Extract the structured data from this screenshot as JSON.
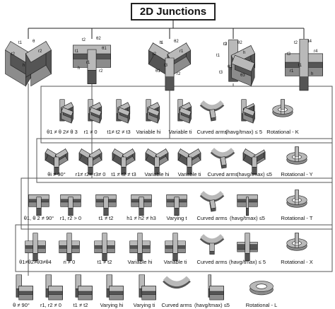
{
  "title": "2D Junctions",
  "top_annotations": [
    [
      "t1",
      "θ",
      "t2",
      "h",
      "r2"
    ],
    [
      "t2",
      "θ2",
      "t1",
      "r1",
      "θ1",
      "h",
      "r2"
    ],
    [
      "t1",
      "θ2",
      "t2",
      "t3",
      "r1",
      "θ1",
      "r2",
      "h"
    ],
    [
      "t2",
      "θ2",
      "t1",
      "θ1",
      "h",
      "t3",
      "θ3",
      "r3"
    ],
    [
      "t2",
      "t4",
      "t3",
      "t1",
      "r4",
      "r1",
      "h"
    ]
  ],
  "rows": [
    {
      "id": "k",
      "items": [
        "θ1 ≠ θ 2≠ θ 3",
        "r1 ≠ 0",
        "t1≠ t2 ≠ t3",
        "Variable hi",
        "Variable ti",
        "Curved arms",
        "(havg/tmax) ≤ 5",
        "Rotational - K"
      ]
    },
    {
      "id": "y",
      "items": [
        "θi ≠ 90°",
        "r1≠ r2≠ r3≠ 0",
        "t1 ≠ t2 ≠ t3",
        "Variable hi",
        "Variable ti",
        "Curved arms",
        "(havg/tmax) ≤5",
        "Rotational - Y"
      ]
    },
    {
      "id": "t",
      "items": [
        "θ1, θ 2 ≠ 90°",
        "r1, r2 > 0",
        "t1 ≠ t2",
        "h1 ≠ h2 ≠ h3",
        "Varying t",
        "Curved arms",
        "(havg/tmax) ≤5",
        "Rotational - T"
      ]
    },
    {
      "id": "x",
      "items": [
        "θ1≠θ2≠θ3≠θ4",
        "ri ≠ 0",
        "t1 ≠ t2",
        "Variable hi",
        "Variable ti",
        "Curved arms",
        "(havg/tmax) ≤ 5",
        "Rotational - X"
      ]
    },
    {
      "id": "l",
      "items": [
        "θ ≠ 90°",
        "r1, r2 ≠ 0",
        "t1 ≠ t2",
        "Varying hi",
        "Varying ti",
        "Curved arms",
        "(havg/tmax) ≤5",
        "Rotational - L"
      ]
    }
  ],
  "colors": {
    "face_light": "#b9b9b9",
    "face_mid": "#8c8c8c",
    "face_dark": "#555555",
    "line": "#222222",
    "box": "#555555"
  }
}
